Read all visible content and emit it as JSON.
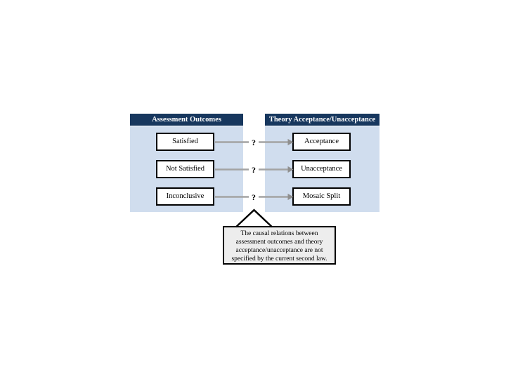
{
  "slide": {
    "description": "Flow diagram slide linking assessment outcomes to theory acceptance states"
  },
  "colors": {
    "header_navy": "#17375E",
    "panel_blue": "#D0DDEE",
    "arrow_gray": "#A3A3A3",
    "arrowhead_gray": "#8F8F8F",
    "callout_fill": "#EDEDED",
    "box_border": "#000000",
    "background": "#FFFFFF"
  },
  "left_panel": {
    "header": "Assessment Outcomes",
    "boxes": [
      "Satisfied",
      "Not Satisfied",
      "Inconclusive"
    ]
  },
  "right_panel": {
    "header": "Theory Acceptance/Unacceptance",
    "boxes": [
      "Acceptance",
      "Unacceptance",
      "Mosaic Split"
    ]
  },
  "connectors": {
    "question_mark": "?"
  },
  "callout": {
    "lines": [
      "The causal relations between",
      "assessment outcomes and theory",
      "acceptance/unacceptance are not",
      "specified by the current second law."
    ]
  }
}
